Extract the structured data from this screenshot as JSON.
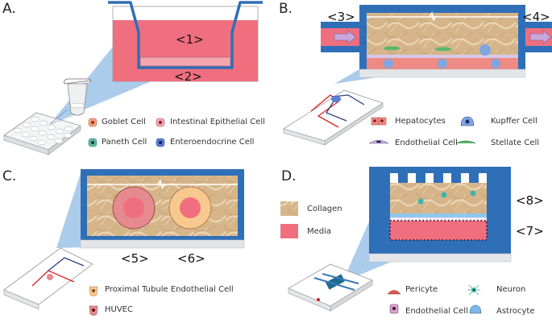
{
  "figure": {
    "panels": [
      {
        "id": "A",
        "label": "A.",
        "markers": [
          "<1>",
          "<2>"
        ],
        "legend": [
          {
            "icon": "goblet-cell-icon",
            "label": "Goblet Cell",
            "color": "#f2a07a"
          },
          {
            "icon": "intestinal-epithelial-cell-icon",
            "label": "Intestinal Epithelial Cell",
            "color": "#f4a5ae"
          },
          {
            "icon": "paneth-cell-icon",
            "label": "Paneth Cell",
            "color": "#5fb7a6"
          },
          {
            "icon": "enteroendocrine-cell-icon",
            "label": "Enteroendocrine Cell",
            "color": "#5b7fd0"
          }
        ]
      },
      {
        "id": "B",
        "label": "B.",
        "markers": [
          "<3>",
          "<4>"
        ],
        "legend": [
          {
            "icon": "hepatocytes-icon",
            "label": "Hepatocytes",
            "color": "#ef8a84"
          },
          {
            "icon": "kupffer-cell-icon",
            "label": "Kupffer Cell",
            "color": "#7fa6e0"
          },
          {
            "icon": "endothelial-cell-icon",
            "label": "Endothelial Cell",
            "color": "#c6b1de"
          },
          {
            "icon": "stellate-cell-icon",
            "label": "Stellate Cell",
            "color": "#5cb56a"
          }
        ]
      },
      {
        "id": "C",
        "label": "C.",
        "markers": [
          "<5>",
          "<6>"
        ],
        "legend": [
          {
            "icon": "proximal-tubule-cell-icon",
            "label": "Proximal Tubule Endothelial Cell",
            "color": "#f8c98f"
          },
          {
            "icon": "huvec-icon",
            "label": "HUVEC",
            "color": "#e58a8f"
          }
        ]
      },
      {
        "id": "D",
        "label": "D.",
        "markers": [
          "<8>",
          "<7>"
        ],
        "material_legend": [
          {
            "icon": "collagen-swatch-icon",
            "label": "Collagen",
            "color": "#d9b98a"
          },
          {
            "icon": "media-swatch-icon",
            "label": "Media",
            "color": "#f07080"
          }
        ],
        "legend": [
          {
            "icon": "pericyte-icon",
            "label": "Pericyte",
            "color": "#e0584e"
          },
          {
            "icon": "neuron-icon",
            "label": "Neuron",
            "color": "#3fb3a8"
          },
          {
            "icon": "endothelial-cell-icon",
            "label": "Endothelial Cell",
            "color": "#d9a0c8"
          },
          {
            "icon": "astrocyte-icon",
            "label": "Astrocyte",
            "color": "#7db8e8"
          }
        ]
      }
    ],
    "colors": {
      "device_blue": "#2f6fb8",
      "media_pink": "#f06f7f",
      "collagen_tan": "#d8b88c",
      "zoom_cone": "#9cc3e6",
      "base_grey": "#e3e5e8"
    }
  }
}
